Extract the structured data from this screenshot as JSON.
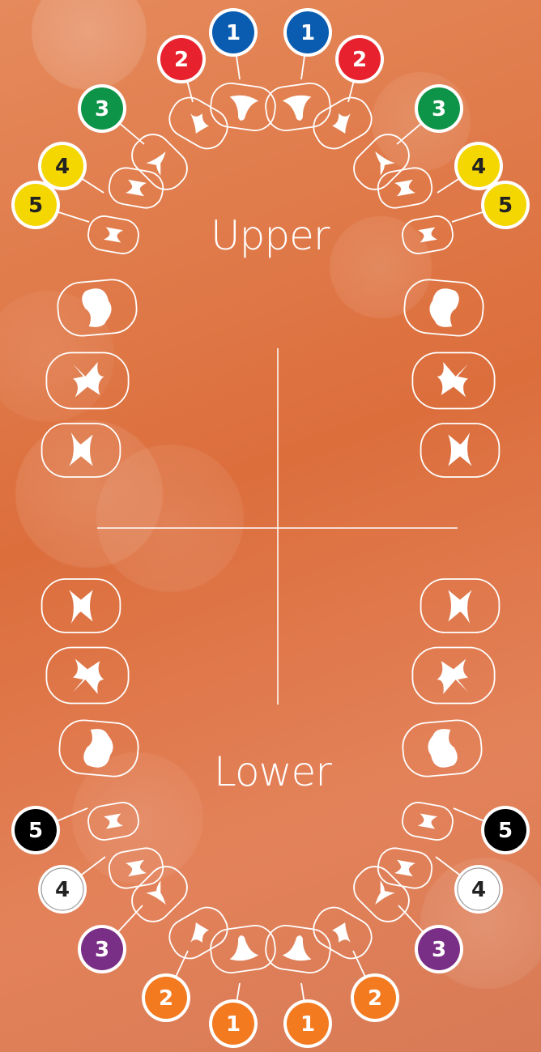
{
  "labels": {
    "upper": "Upper",
    "lower": "Lower"
  },
  "badge_colors": {
    "upper": [
      "#0a5cb0",
      "#e8212e",
      "#0e9448",
      "#f4d600",
      "#f4d600"
    ],
    "lower": [
      "#f47a20",
      "#f47a20",
      "#7a2f86",
      "#ffffff",
      "#000000"
    ]
  },
  "badge_text_colors": {
    "upper": [
      "#ffffff",
      "#ffffff",
      "#ffffff",
      "#222222",
      "#222222"
    ],
    "lower": [
      "#ffffff",
      "#ffffff",
      "#ffffff",
      "#222222",
      "#ffffff"
    ]
  },
  "badges": {
    "upper_left": [
      "1",
      "2",
      "3",
      "4",
      "5"
    ],
    "upper_right": [
      "1",
      "2",
      "3",
      "4",
      "5"
    ],
    "lower_left": [
      "1",
      "2",
      "3",
      "4",
      "5"
    ],
    "lower_right": [
      "1",
      "2",
      "3",
      "4",
      "5"
    ]
  }
}
